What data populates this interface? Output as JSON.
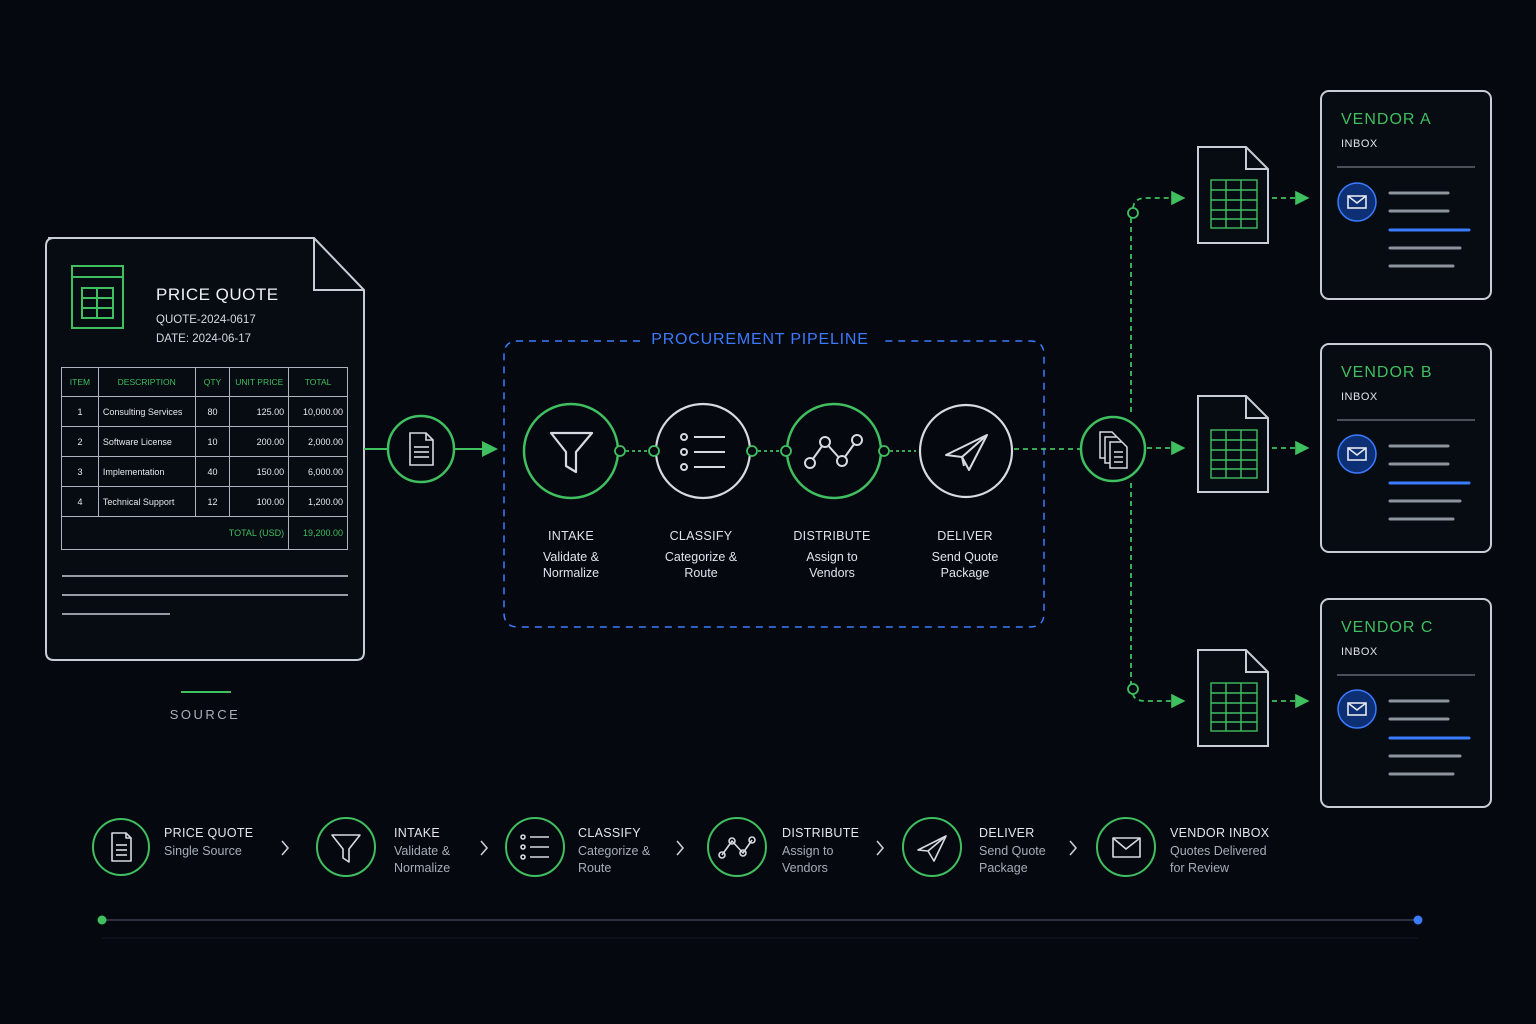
{
  "source_doc": {
    "title": "PRICE QUOTE",
    "quote_id": "QUOTE-2024-0617",
    "date": "DATE: 2024-06-17",
    "table": {
      "headers": [
        "ITEM",
        "DESCRIPTION",
        "QTY",
        "UNIT PRICE",
        "TOTAL"
      ],
      "rows": [
        [
          "1",
          "Consulting Services",
          "80",
          "125.00",
          "10,000.00"
        ],
        [
          "2",
          "Software License",
          "10",
          "200.00",
          "2,000.00"
        ],
        [
          "3",
          "Implementation",
          "40",
          "150.00",
          "6,000.00"
        ],
        [
          "4",
          "Technical Support",
          "12",
          "100.00",
          "1,200.00"
        ]
      ],
      "total_label": "TOTAL (USD)",
      "total_value": "19,200.00"
    },
    "caption": "SOURCE"
  },
  "pipeline": {
    "title": "PROCUREMENT PIPELINE",
    "stages": [
      {
        "title": "INTAKE",
        "desc1": "Validate &",
        "desc2": "Normalize",
        "icon": "funnel-icon"
      },
      {
        "title": "CLASSIFY",
        "desc1": "Categorize &",
        "desc2": "Route",
        "icon": "list-icon"
      },
      {
        "title": "DISTRIBUTE",
        "desc1": "Assign to",
        "desc2": "Vendors",
        "icon": "network-icon"
      },
      {
        "title": "DELIVER",
        "desc1": "Send Quote",
        "desc2": "Package",
        "icon": "paper-plane-icon"
      }
    ]
  },
  "vendors": [
    {
      "name": "VENDOR A",
      "sub": "INBOX"
    },
    {
      "name": "VENDOR B",
      "sub": "INBOX"
    },
    {
      "name": "VENDOR C",
      "sub": "INBOX"
    }
  ],
  "legend": [
    {
      "title": "PRICE QUOTE",
      "desc1": "Single Source",
      "desc2": "",
      "icon": "document-icon"
    },
    {
      "title": "INTAKE",
      "desc1": "Validate &",
      "desc2": "Normalize",
      "icon": "funnel-icon"
    },
    {
      "title": "CLASSIFY",
      "desc1": "Categorize &",
      "desc2": "Route",
      "icon": "list-icon"
    },
    {
      "title": "DISTRIBUTE",
      "desc1": "Assign to",
      "desc2": "Vendors",
      "icon": "network-icon"
    },
    {
      "title": "DELIVER",
      "desc1": "Send Quote",
      "desc2": "Package",
      "icon": "paper-plane-icon"
    },
    {
      "title": "VENDOR INBOX",
      "desc1": "Quotes Delivered",
      "desc2": "for Review",
      "icon": "envelope-icon"
    }
  ],
  "colors": {
    "background": "#05080f",
    "accent_green": "#3fbf5f",
    "accent_blue": "#3a7bff",
    "outline": "#c9ced6"
  }
}
